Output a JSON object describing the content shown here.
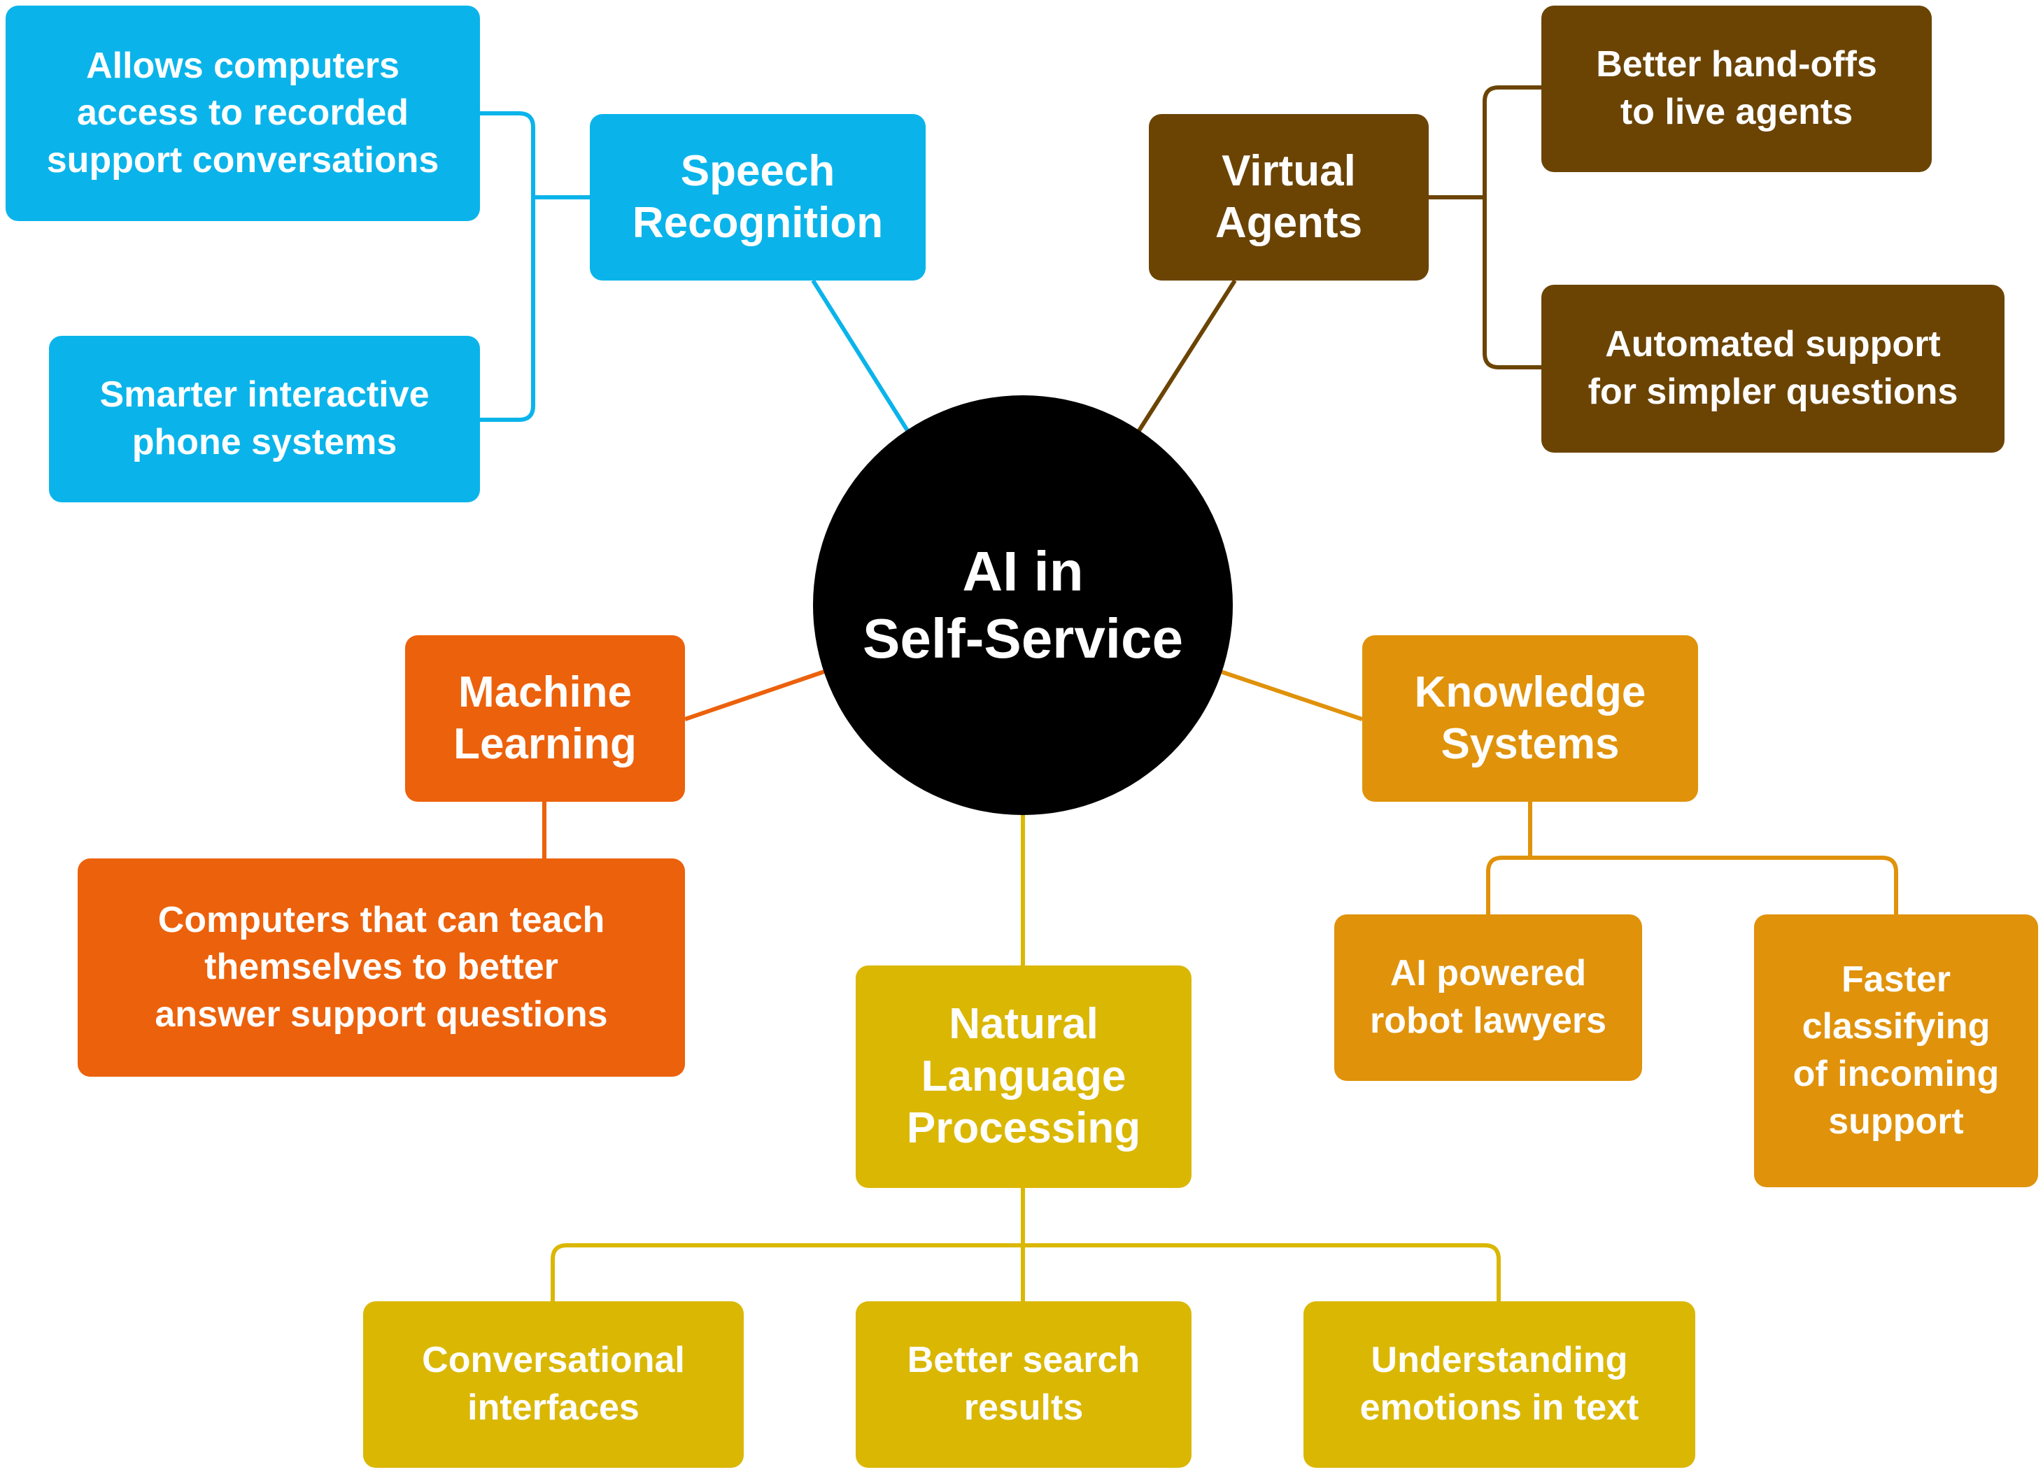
{
  "colors": {
    "speech": "#0ab4ea",
    "virtual": "#6b4404",
    "machine_learning": "#ec610b",
    "knowledge": "#e0920a",
    "nlp": "#dab703",
    "center": "#000000",
    "text": "#ffffff"
  },
  "center": {
    "label": "AI in\nSelf-Service"
  },
  "speech_recognition": {
    "label": "Speech\nRecognition",
    "items": [
      "Allows computers\naccess to recorded\nsupport conversations",
      "Smarter interactive\nphone systems"
    ]
  },
  "virtual_agents": {
    "label": "Virtual\nAgents",
    "items": [
      "Better hand-offs\nto live agents",
      "Automated support\nfor simpler questions"
    ]
  },
  "machine_learning": {
    "label": "Machine\nLearning",
    "items": [
      "Computers that can teach\nthemselves to better\nanswer support questions"
    ]
  },
  "knowledge_systems": {
    "label": "Knowledge\nSystems",
    "items": [
      "AI powered\nrobot lawyers",
      "Faster\nclassifying\nof incoming\nsupport"
    ]
  },
  "nlp": {
    "label": "Natural\nLanguage\nProcessing",
    "items": [
      "Conversational\ninterfaces",
      "Better search\nresults",
      "Understanding\nemotions in text"
    ]
  }
}
